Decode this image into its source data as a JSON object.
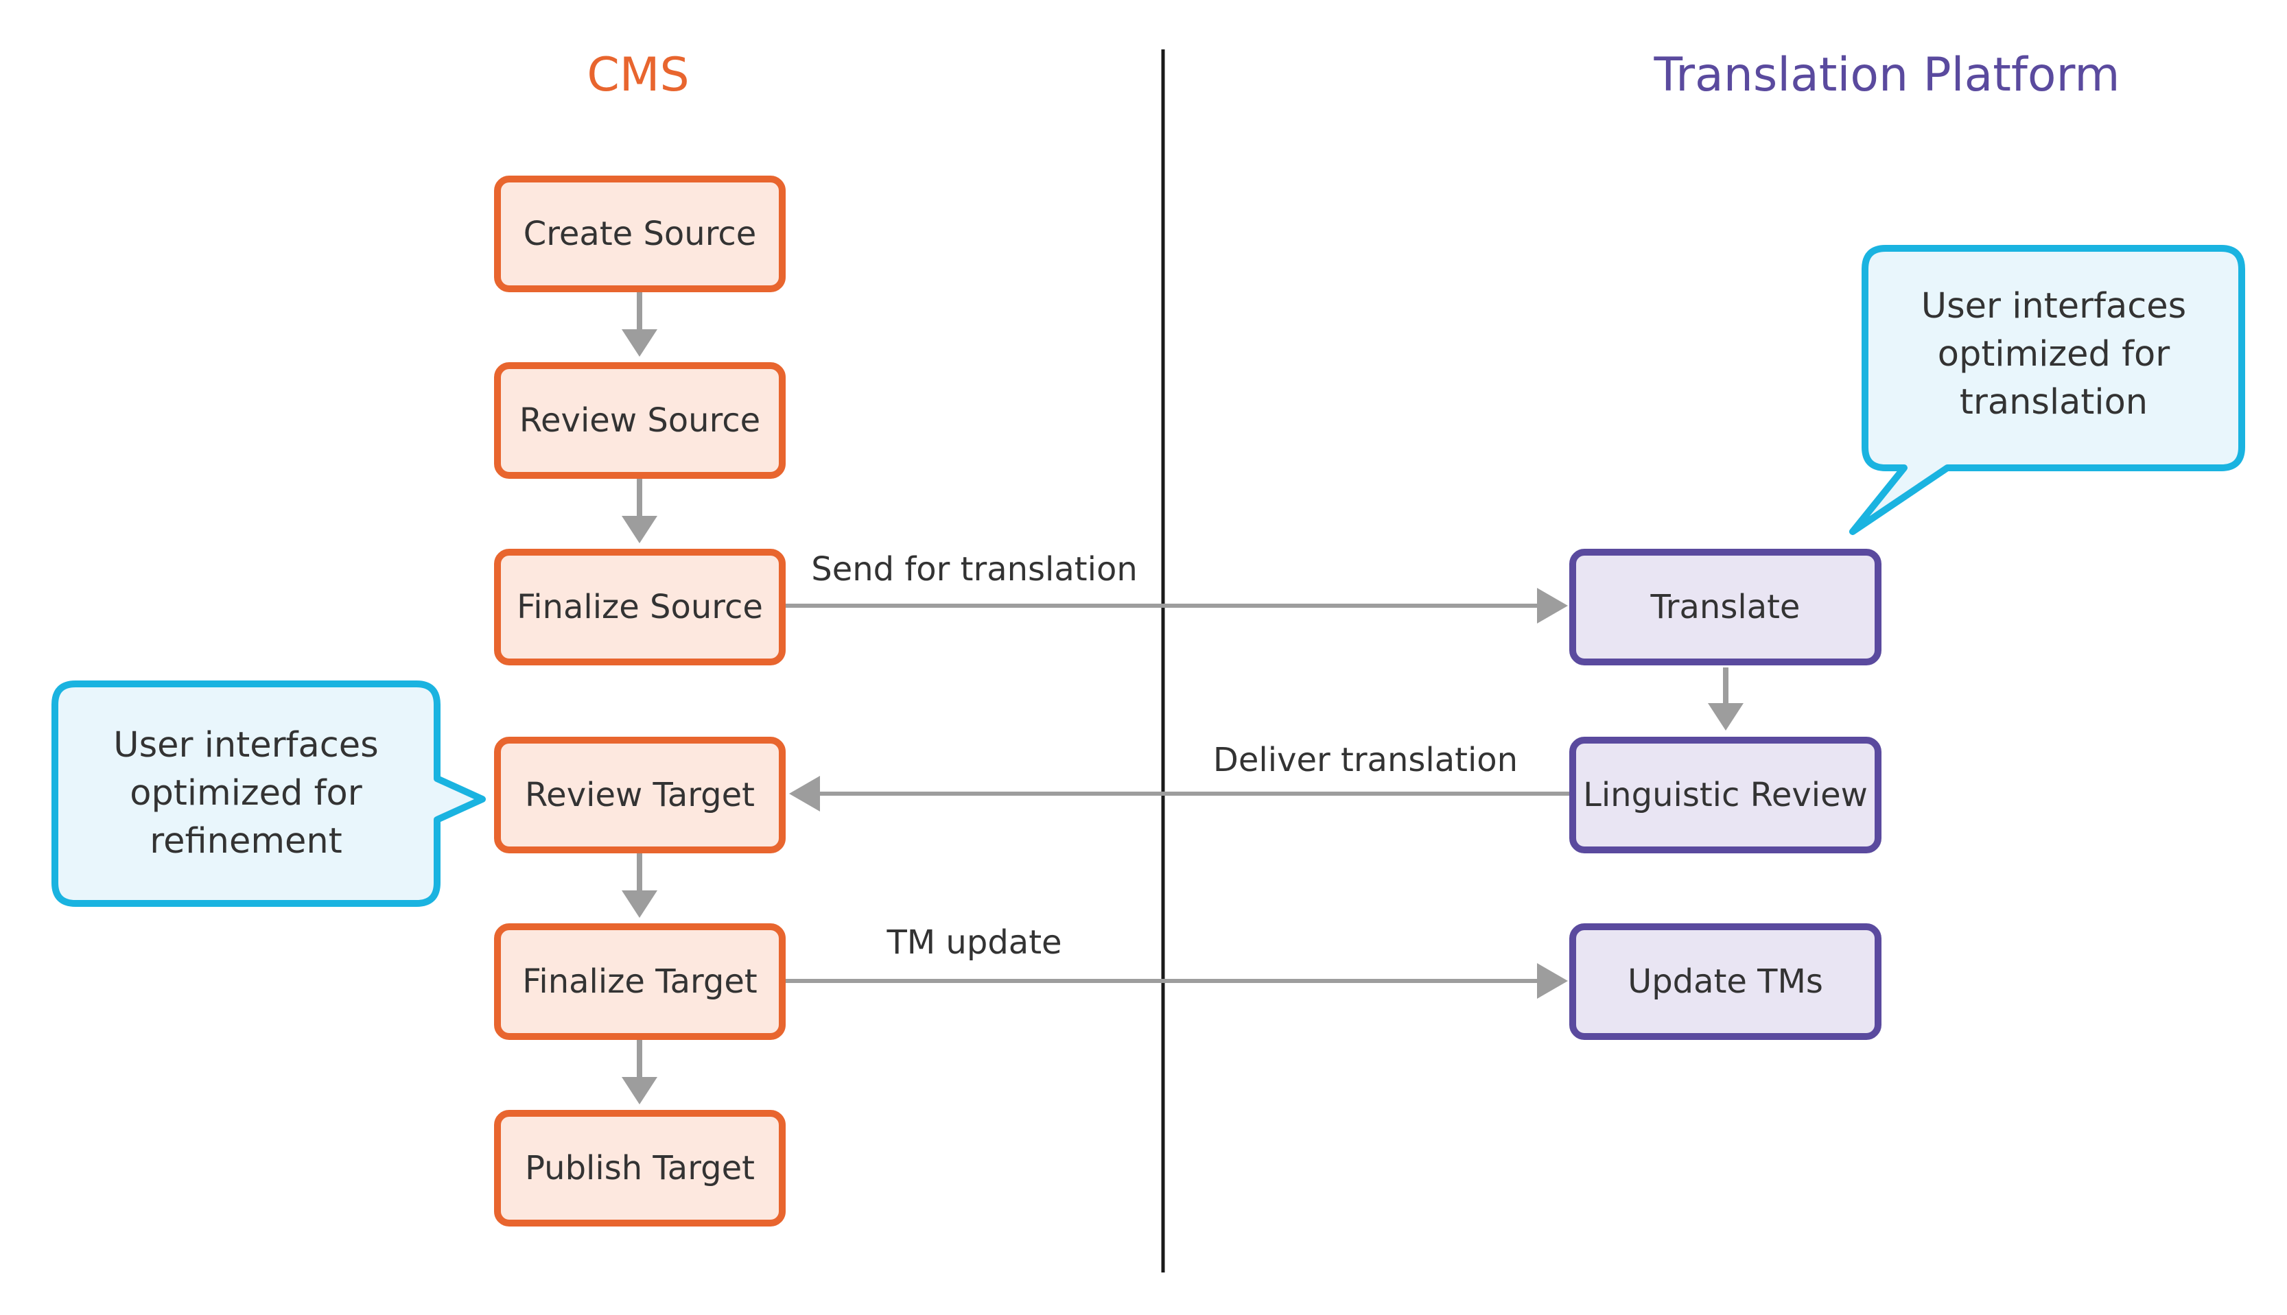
{
  "colors": {
    "cms": "#e8652e",
    "cms_fill": "#fde8df",
    "platform": "#5a4a9e",
    "platform_fill": "#e9e5f3",
    "callout": "#1ab3e0",
    "callout_fill": "#e9f6fc",
    "arrow": "#9d9d9d",
    "divider": "#1a1a1a"
  },
  "headers": {
    "cms": "CMS",
    "platform": "Translation Platform"
  },
  "cms_steps": [
    {
      "label": "Create Source"
    },
    {
      "label": "Review Source"
    },
    {
      "label": "Finalize Source"
    },
    {
      "label": "Review Target"
    },
    {
      "label": "Finalize Target"
    },
    {
      "label": "Publish Target"
    }
  ],
  "platform_steps": [
    {
      "label": "Translate"
    },
    {
      "label": "Linguistic Review"
    },
    {
      "label": "Update TMs"
    }
  ],
  "edges": {
    "send": "Send for translation",
    "deliver": "Deliver translation",
    "tm": "TM update"
  },
  "callouts": {
    "translation": [
      "User interfaces",
      "optimized for",
      "translation"
    ],
    "refinement": [
      "User interfaces",
      "optimized for",
      "refinement"
    ]
  }
}
